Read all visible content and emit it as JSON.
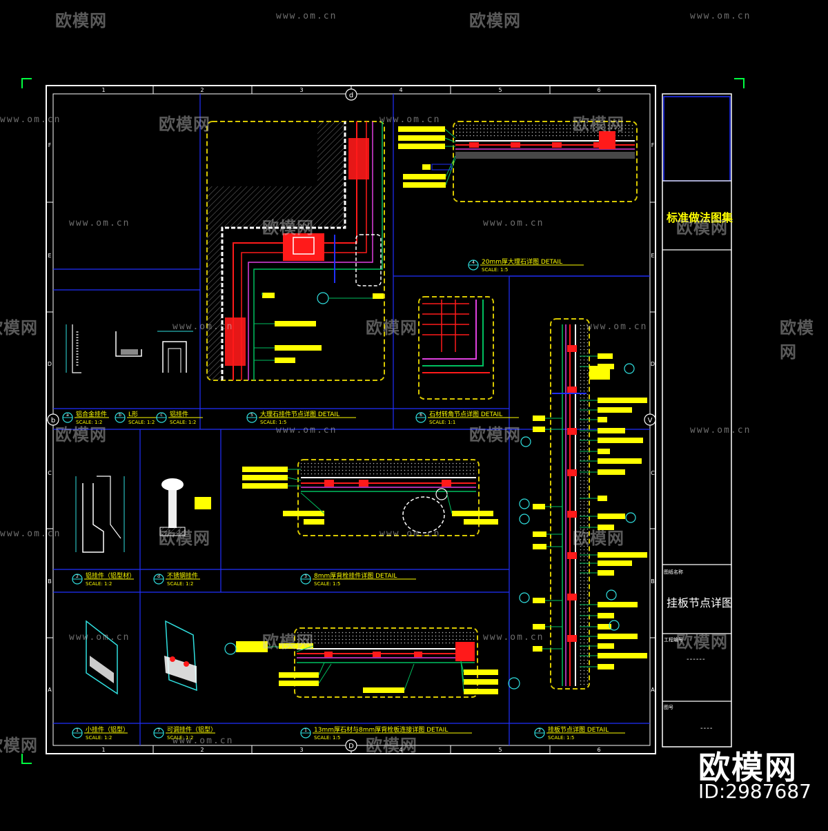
{
  "watermark": {
    "brand": "欧模网",
    "url": "www.om.cn"
  },
  "brand_logo": {
    "name": "欧模网",
    "id_text": "ID:2987687"
  },
  "title_block": {
    "title": "标准做法图集",
    "sheet_name": "挂板节点详图",
    "field_label_1": "图纸名称",
    "field_label_2": "工程编号",
    "field_label_3": "图号",
    "dash_1": "------",
    "dash_2": "----"
  },
  "grid": {
    "columns_top": [
      "1",
      "2",
      "3",
      "4",
      "5",
      "6"
    ],
    "columns_bottom": [
      "1",
      "2",
      "3",
      "4",
      "5",
      "6"
    ],
    "rows_left": [
      "F",
      "E",
      "D",
      "C",
      "B",
      "A"
    ],
    "rows_right": [
      "F",
      "E",
      "D",
      "C",
      "B",
      "A"
    ],
    "section_top": "d",
    "section_bottom": "D",
    "section_left": "b",
    "section_right": "V"
  },
  "details": [
    {
      "num": "4",
      "title": "20mm厚大理石详图",
      "suffix": "DETAIL",
      "scale": "SCALE: 1:5"
    },
    {
      "num": "5",
      "title": "大理石挂件节点详图",
      "suffix": "DETAIL",
      "scale": "SCALE: 1:5"
    },
    {
      "num": "6",
      "title": "石材转角节点详图",
      "suffix": "DETAIL",
      "scale": "SCALE: 1:1"
    },
    {
      "num": "a",
      "title": "铝合金挂件",
      "suffix": "",
      "scale": "SCALE: 1:2"
    },
    {
      "num": "b",
      "title": "L形",
      "suffix": "",
      "scale": "SCALE: 1:2"
    },
    {
      "num": "c",
      "title": "铝挂件",
      "suffix": "",
      "scale": "SCALE: 1:2"
    },
    {
      "num": "2",
      "title": "铝挂件（铝型材）",
      "suffix": "",
      "scale": "SCALE: 1:2"
    },
    {
      "num": "d",
      "title": "不锈钢挂件",
      "suffix": "",
      "scale": "SCALE: 1:2"
    },
    {
      "num": "3",
      "title": "8mm厚背栓挂件详图",
      "suffix": "DETAIL",
      "scale": "SCALE: 1:5"
    },
    {
      "num": "1",
      "title": "小挂件（铝型）",
      "suffix": "",
      "scale": "SCALE: 1:2"
    },
    {
      "num": "7",
      "title": "可调挂件（铝型）",
      "suffix": "",
      "scale": "SCALE: 1:2"
    },
    {
      "num": "1",
      "title": "13mm厚石材与8mm厚背栓板连接详图",
      "suffix": "DETAIL",
      "scale": "SCALE: 1:5"
    },
    {
      "num": "2",
      "title": "挂板节点详图",
      "suffix": "DETAIL",
      "scale": "SCALE: 1:5"
    }
  ],
  "colors": {
    "background": "#000000",
    "border": "#ffffff",
    "grid_line": "#2030ff",
    "callout": "#ffff00",
    "dashed_box": "#d8c800",
    "section_red": "#ff1a1a",
    "leader_green": "#00c060",
    "dim_cyan": "#30e0e0",
    "magenta": "#e040e0",
    "hatch_gray": "#777777"
  }
}
